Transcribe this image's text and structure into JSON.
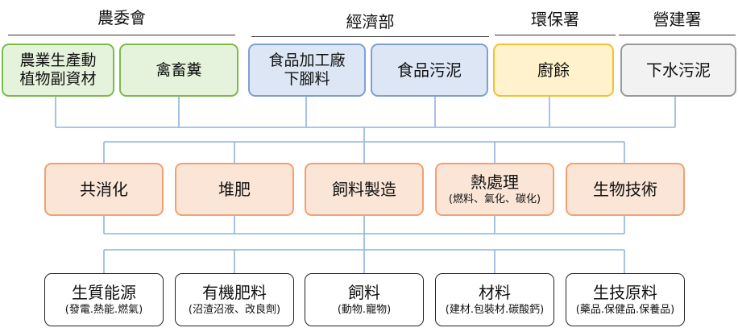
{
  "agencies": {
    "coa": "農委會",
    "moea": "經濟部",
    "epa": "環保署",
    "cpami": "營建署"
  },
  "sources": [
    {
      "line1": "農業生產動",
      "line2": "植物副資材"
    },
    {
      "line1": "禽畜糞"
    },
    {
      "line1": "食品加工廠",
      "line2": "下腳料"
    },
    {
      "line1": "食品污泥"
    },
    {
      "line1": "廚餘"
    },
    {
      "line1": "下水污泥"
    }
  ],
  "processes": [
    {
      "label": "共消化"
    },
    {
      "label": "堆肥"
    },
    {
      "label": "飼料製造"
    },
    {
      "label": "熱處理",
      "sub": "(燃料、氣化、碳化)"
    },
    {
      "label": "生物技術"
    }
  ],
  "products": [
    {
      "label": "生質能源",
      "sub": "(發電.熱能.燃氣)"
    },
    {
      "label": "有機肥料",
      "sub": "(沼渣沼液、改良劑)"
    },
    {
      "label": "飼料",
      "sub": "(動物.寵物)"
    },
    {
      "label": "材料",
      "sub": "(建材.包裝材.碳酸鈣)"
    },
    {
      "label": "生技原料",
      "sub": "(藥品.保健品.保養品)"
    }
  ],
  "colors": {
    "coa_fill": "#e6f3dc",
    "moea_fill": "#dce6f5",
    "epa_fill": "#fff2cc",
    "cpami_fill": "#f2f2f2",
    "process_fill": "#fbe5d6",
    "connector": "#8fb4dc"
  }
}
